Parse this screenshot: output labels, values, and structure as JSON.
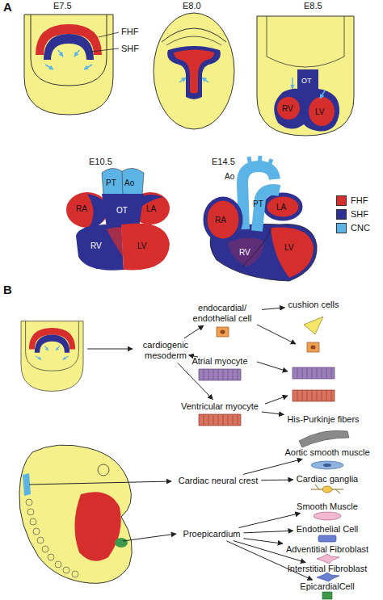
{
  "diagram": {
    "nodes": [
      {
        "text": [
          "cardiogenic mesoderm"
        ]
      },
      {
        "text": [
          "endocardial/ endothelial cell"
        ]
      },
      {
        "text": [
          "Atrial myocyte"
        ]
      },
      {
        "text": [
          "Ventricular myocyte"
        ]
      },
      {
        "text": [
          "cushion cells"
        ]
      },
      {
        "text": [
          "His-Purkinje fibers"
        ]
      },
      {
        "text": [
          "Cardiac neural crest"
        ]
      },
      {
        "text": [
          "Aortic smooth muscle"
        ]
      },
      {
        "text": [
          "Cardiac ganglia"
        ]
      },
      {
        "text": [
          "Proepicardium"
        ]
      },
      {
        "text": [
          "Smooth Muscle"
        ]
      },
      {
        "text": [
          "Endothelial Cell"
        ]
      },
      {
        "text": [
          "Adventitial Fibroblast"
        ]
      },
      {
        "text": [
          "Interstitial Fibroblast"
        ]
      },
      {
        "text": [
          "EpicardialCell"
        ]
      }
    ],
    "edges": [
      {
        "from": 0,
        "to": 1,
        "arrow": "to"
      },
      {
        "from": 0,
        "to": 2,
        "arrow": "to"
      },
      {
        "from": 0,
        "to": 3,
        "arrow": "to"
      },
      {
        "from": 1,
        "to": 4,
        "arrow": "to"
      },
      {
        "from": 3,
        "to": 5,
        "arrow": "to"
      },
      {
        "from": 6,
        "to": 7,
        "arrow": "to"
      },
      {
        "from": 6,
        "to": 8,
        "arrow": "to"
      },
      {
        "from": 9,
        "to": 10,
        "arrow": "to"
      },
      {
        "from": 9,
        "to": 11,
        "arrow": "to"
      },
      {
        "from": 9,
        "to": 12,
        "arrow": "to"
      },
      {
        "from": 9,
        "to": 13,
        "arrow": "to"
      },
      {
        "from": 9,
        "to": 14,
        "arrow": "to"
      }
    ],
    "labels": [
      "A",
      "E7.5",
      "E8.0",
      "E8.5",
      "FHF",
      "SHF",
      "OT",
      "RV",
      "LV",
      "E10.5",
      "E14.5",
      "PT",
      "Ao",
      "RA",
      "OT",
      "LA",
      "RV",
      "LV",
      "Ao",
      "PT",
      "LA",
      "RA",
      "RV",
      "LV",
      "B"
    ],
    "legend": [
      {
        "text": "FHF",
        "color": "#d62d2d"
      },
      {
        "text": "SHF",
        "color": "#2e3192"
      },
      {
        "text": "CNC",
        "color": "#5bb4e5"
      }
    ]
  }
}
